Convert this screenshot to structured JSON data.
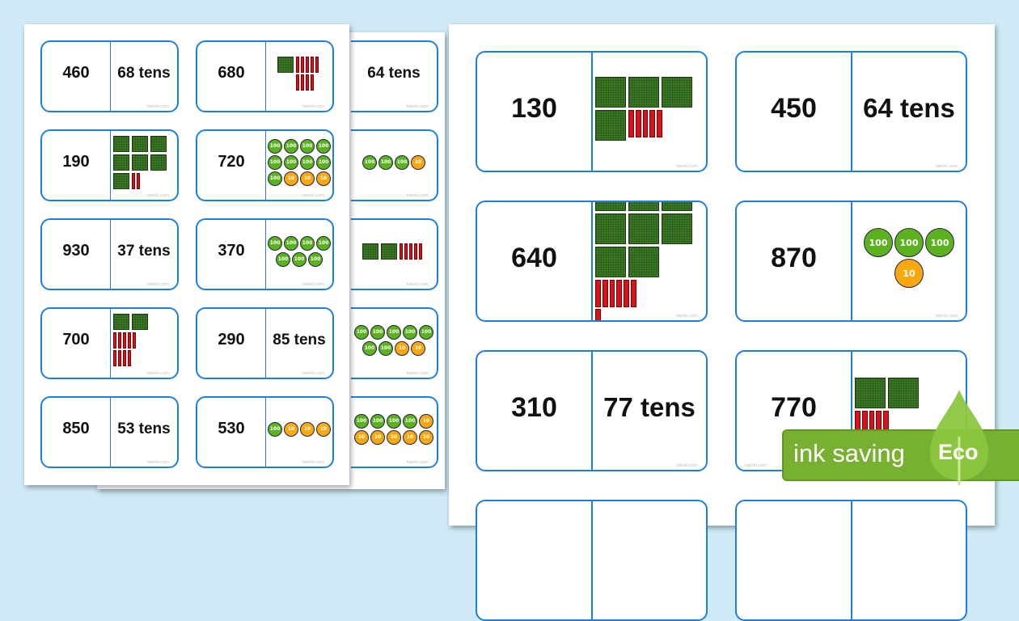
{
  "watermark": "twinkl.com",
  "back_page": {
    "cards": [
      {
        "left": {
          "type": "text",
          "value": ""
        },
        "right": {
          "type": "text",
          "value": "64 tens"
        }
      },
      {
        "left": {
          "type": "text",
          "value": ""
        },
        "right": {
          "type": "coins",
          "c100": 3,
          "c10": 1
        }
      },
      {
        "left": {
          "type": "text",
          "value": ""
        },
        "right": {
          "type": "blocks",
          "hundreds": 2,
          "tens": 5
        }
      },
      {
        "left": {
          "type": "text",
          "value": ""
        },
        "right": {
          "type": "coins",
          "c100": 7,
          "c10": 2
        }
      },
      {
        "left": {
          "type": "text",
          "value": ""
        },
        "right": {
          "type": "coins",
          "c100": 4,
          "c10": 6
        }
      }
    ]
  },
  "front_page": {
    "cards": [
      {
        "left": {
          "type": "text",
          "value": "460"
        },
        "right": {
          "type": "text",
          "value": "68 tens"
        }
      },
      {
        "left": {
          "type": "text",
          "value": "680"
        },
        "right": {
          "type": "blocks",
          "hundreds": 1,
          "tens": 9
        }
      },
      {
        "left": {
          "type": "text",
          "value": "190"
        },
        "right": {
          "type": "blocks",
          "hundreds": 7,
          "tens": 2
        }
      },
      {
        "left": {
          "type": "text",
          "value": "720"
        },
        "right": {
          "type": "coins",
          "c100": 9,
          "c10": 3
        }
      },
      {
        "left": {
          "type": "text",
          "value": "930"
        },
        "right": {
          "type": "text",
          "value": "37 tens"
        }
      },
      {
        "left": {
          "type": "text",
          "value": "370"
        },
        "right": {
          "type": "coins",
          "c100": 7,
          "c10": 0
        }
      },
      {
        "left": {
          "type": "text",
          "value": "700"
        },
        "right": {
          "type": "blocks",
          "hundreds": 2,
          "tens": 9
        }
      },
      {
        "left": {
          "type": "text",
          "value": "290"
        },
        "right": {
          "type": "text",
          "value": "85 tens"
        }
      },
      {
        "left": {
          "type": "text",
          "value": "850"
        },
        "right": {
          "type": "text",
          "value": "53 tens"
        }
      },
      {
        "left": {
          "type": "text",
          "value": "530"
        },
        "right": {
          "type": "coins",
          "c100": 1,
          "c10": 3
        }
      }
    ]
  },
  "right_page": {
    "cards": [
      {
        "left": {
          "type": "text",
          "value": "130"
        },
        "right": {
          "type": "blocks",
          "hundreds": 4,
          "tens": 5
        }
      },
      {
        "left": {
          "type": "text",
          "value": "450"
        },
        "right": {
          "type": "text",
          "value": "64 tens"
        }
      },
      {
        "left": {
          "type": "text",
          "value": "640"
        },
        "right": {
          "type": "blocks",
          "hundreds": 8,
          "tens": 7
        }
      },
      {
        "left": {
          "type": "text",
          "value": "870"
        },
        "right": {
          "type": "coins",
          "c100": 3,
          "c10": 1
        }
      },
      {
        "left": {
          "type": "text",
          "value": "310"
        },
        "right": {
          "type": "text",
          "value": "77 tens"
        }
      },
      {
        "left": {
          "type": "text",
          "value": "770"
        },
        "right": {
          "type": "blocks",
          "hundreds": 2,
          "tens": 5
        }
      },
      {
        "left": {
          "type": "text",
          "value": ""
        },
        "right": {
          "type": "text",
          "value": ""
        }
      },
      {
        "left": {
          "type": "text",
          "value": ""
        },
        "right": {
          "type": "text",
          "value": ""
        }
      }
    ]
  },
  "coin_labels": {
    "hundred": "100",
    "ten": "10"
  },
  "eco_badge": {
    "label": "ink saving",
    "leaf_label": "Eco",
    "color": "#78b032"
  }
}
